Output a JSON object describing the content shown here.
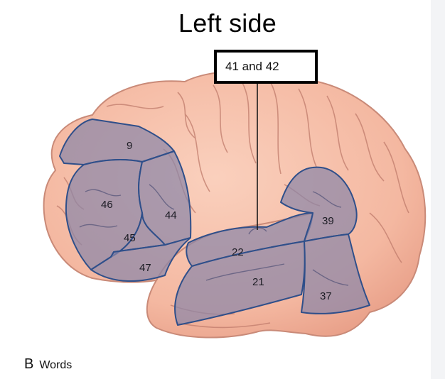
{
  "title": "Left side",
  "callout": {
    "label": "41 and 42"
  },
  "areas": {
    "a9": "9",
    "a46": "46",
    "a44": "44",
    "a45": "45",
    "a47": "47",
    "a22": "22",
    "a21": "21",
    "a39": "39",
    "a37": "37"
  },
  "caption": {
    "letter": "B",
    "text": "Words"
  },
  "colors": {
    "brain_fill": "#f4b8a1",
    "brain_outline": "#c98a78",
    "gyrus_line": "#b06e62",
    "area_fill": "#8c86a8",
    "area_border": "#2f4f8a"
  }
}
